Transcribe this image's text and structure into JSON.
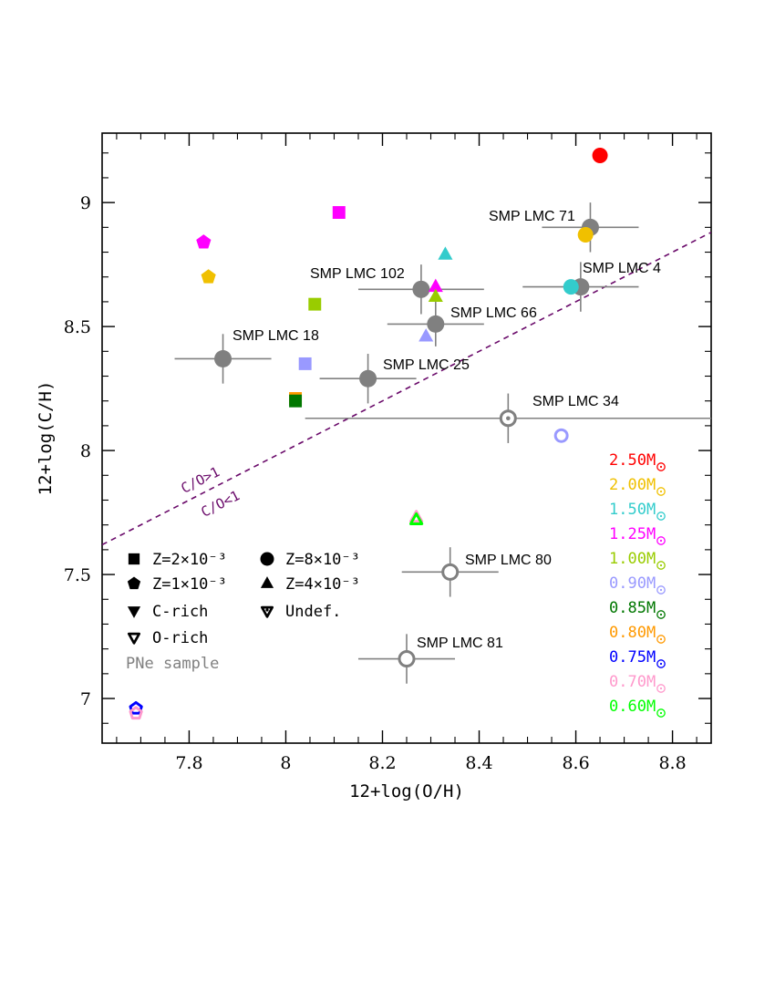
{
  "chart_data": {
    "type": "scatter",
    "xlabel": "12+log(O/H)",
    "ylabel": "12+log(C/H)",
    "xlim": [
      7.62,
      8.88
    ],
    "ylim": [
      6.82,
      9.28
    ],
    "x_ticks": [
      {
        "value": 7.8,
        "label": "7.8"
      },
      {
        "value": 8.0,
        "label": "8"
      },
      {
        "value": 8.2,
        "label": "8.2"
      },
      {
        "value": 8.4,
        "label": "8.4"
      },
      {
        "value": 8.6,
        "label": "8.6"
      },
      {
        "value": 8.8,
        "label": "8.8"
      }
    ],
    "y_ticks": [
      {
        "value": 7.0,
        "label": "7"
      },
      {
        "value": 7.5,
        "label": "7.5"
      },
      {
        "value": 8.0,
        "label": "8"
      },
      {
        "value": 8.5,
        "label": "8.5"
      },
      {
        "value": 9.0,
        "label": "9"
      }
    ],
    "co_line": {
      "color": "#6a0a6a",
      "points": [
        [
          7.62,
          7.62
        ],
        [
          8.88,
          8.88
        ]
      ],
      "label_above": "C/O>1",
      "label_below": "C/O<1"
    },
    "pne_color": "#808080",
    "pne": [
      {
        "name": "SMP LMC 71",
        "x": 8.63,
        "y": 8.9,
        "xerr": 0.1,
        "yerr": 0.1,
        "filled": true
      },
      {
        "name": "SMP LMC 4",
        "x": 8.61,
        "y": 8.66,
        "xerr": 0.12,
        "yerr": 0.1,
        "filled": true
      },
      {
        "name": "SMP LMC 102",
        "x": 8.28,
        "y": 8.65,
        "xerr": 0.13,
        "yerr": 0.1,
        "filled": true
      },
      {
        "name": "SMP LMC 66",
        "x": 8.31,
        "y": 8.51,
        "xerr": 0.1,
        "yerr": 0.09,
        "filled": true
      },
      {
        "name": "SMP LMC 18",
        "x": 7.87,
        "y": 8.37,
        "xerr": 0.1,
        "yerr": 0.1,
        "filled": true
      },
      {
        "name": "SMP LMC 25",
        "x": 8.17,
        "y": 8.29,
        "xerr": 0.1,
        "yerr": 0.1,
        "filled": true
      },
      {
        "name": "SMP LMC 34",
        "x": 8.46,
        "y": 8.13,
        "xerr": 0.42,
        "yerr": 0.1,
        "filled": false,
        "dotted": true
      },
      {
        "name": "SMP LMC 80",
        "x": 8.34,
        "y": 7.51,
        "xerr": 0.1,
        "yerr": 0.1,
        "filled": false
      },
      {
        "name": "SMP LMC 81",
        "x": 8.25,
        "y": 7.16,
        "xerr": 0.1,
        "yerr": 0.1,
        "filled": false
      }
    ],
    "models": [
      {
        "mass": "2.50",
        "shape": "circle",
        "filled": true,
        "x": 8.65,
        "y": 9.19
      },
      {
        "mass": "2.00",
        "shape": "circle",
        "filled": true,
        "x": 8.62,
        "y": 8.87
      },
      {
        "mass": "1.50",
        "shape": "circle",
        "filled": true,
        "x": 8.59,
        "y": 8.66
      },
      {
        "mass": "1.50",
        "shape": "triangle",
        "filled": true,
        "x": 8.33,
        "y": 8.79
      },
      {
        "mass": "1.25",
        "shape": "square",
        "filled": true,
        "x": 8.11,
        "y": 8.96
      },
      {
        "mass": "1.25",
        "shape": "pentagon",
        "filled": true,
        "x": 7.83,
        "y": 8.84
      },
      {
        "mass": "1.25",
        "shape": "triangle",
        "filled": true,
        "x": 8.31,
        "y": 8.66
      },
      {
        "mass": "2.00",
        "shape": "pentagon",
        "filled": true,
        "x": 7.84,
        "y": 8.7
      },
      {
        "mass": "1.00",
        "shape": "square",
        "filled": true,
        "x": 8.06,
        "y": 8.59
      },
      {
        "mass": "1.00",
        "shape": "triangle",
        "filled": true,
        "x": 8.31,
        "y": 8.62
      },
      {
        "mass": "0.90",
        "shape": "triangle",
        "filled": true,
        "x": 8.29,
        "y": 8.46
      },
      {
        "mass": "0.90",
        "shape": "square",
        "filled": true,
        "x": 8.04,
        "y": 8.35
      },
      {
        "mass": "0.80",
        "shape": "square",
        "filled": true,
        "x": 8.02,
        "y": 8.21
      },
      {
        "mass": "0.85",
        "shape": "square",
        "filled": true,
        "x": 8.02,
        "y": 8.2
      },
      {
        "mass": "0.90",
        "shape": "circle",
        "filled": false,
        "x": 8.57,
        "y": 8.06
      },
      {
        "mass": "0.70",
        "shape": "triangle",
        "filled": false,
        "x": 8.27,
        "y": 7.73
      },
      {
        "mass": "0.60",
        "shape": "triangle",
        "filled": false,
        "x": 8.27,
        "y": 7.72
      },
      {
        "mass": "0.75",
        "shape": "pentagon",
        "filled": false,
        "x": 7.69,
        "y": 6.96
      },
      {
        "mass": "0.70",
        "shape": "pentagon",
        "filled": false,
        "x": 7.69,
        "y": 6.94
      }
    ],
    "mass_legend": [
      {
        "mass": "2.50",
        "label": "2.50M",
        "color": "#ff0000"
      },
      {
        "mass": "2.00",
        "label": "2.00M",
        "color": "#f0c000"
      },
      {
        "mass": "1.50",
        "label": "1.50M",
        "color": "#33cccc"
      },
      {
        "mass": "1.25",
        "label": "1.25M",
        "color": "#ff00ff"
      },
      {
        "mass": "1.00",
        "label": "1.00M",
        "color": "#99cc00"
      },
      {
        "mass": "0.90",
        "label": "0.90M",
        "color": "#9999ff"
      },
      {
        "mass": "0.85",
        "label": "0.85M",
        "color": "#007700"
      },
      {
        "mass": "0.80",
        "label": "0.80M",
        "color": "#ff9900"
      },
      {
        "mass": "0.75",
        "label": "0.75M",
        "color": "#0000ff"
      },
      {
        "mass": "0.70",
        "label": "0.70M",
        "color": "#ff99cc"
      },
      {
        "mass": "0.60",
        "label": "0.60M",
        "color": "#00ff00"
      }
    ],
    "symbol_legend": [
      {
        "shape": "square",
        "filled": true,
        "label": "Z=2×10⁻³"
      },
      {
        "shape": "pentagon",
        "filled": true,
        "label": "Z=1×10⁻³"
      },
      {
        "shape": "triangle-down",
        "filled": true,
        "label": "C-rich"
      },
      {
        "shape": "triangle-down",
        "filled": false,
        "label": "O-rich"
      },
      {
        "shape": "circle",
        "filled": true,
        "label": "Z=8×10⁻³"
      },
      {
        "shape": "triangle",
        "filled": true,
        "label": "Z=4×10⁻³"
      },
      {
        "shape": "triangle-down",
        "filled": false,
        "dotted": true,
        "label": "Undef."
      }
    ],
    "pne_legend_label": "PNe sample"
  }
}
